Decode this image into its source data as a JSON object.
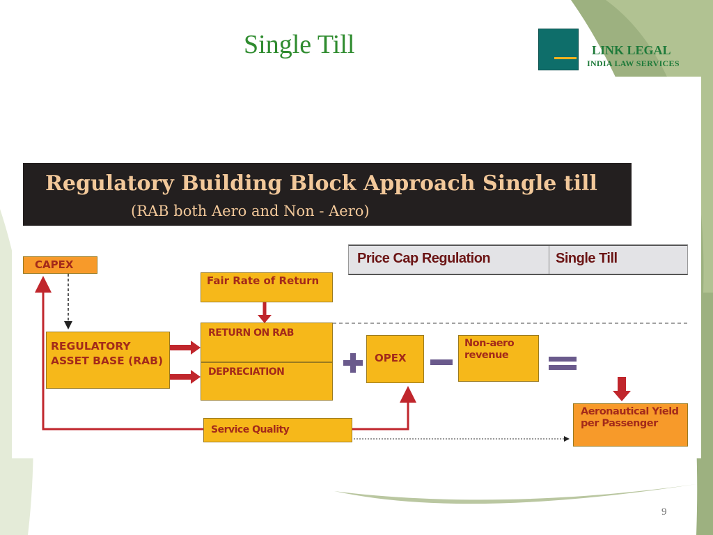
{
  "slide": {
    "title": "Single Till",
    "page_number": "9"
  },
  "logo": {
    "name": "LINK LEGAL",
    "tagline": "INDIA LAW SERVICES"
  },
  "banner": {
    "title": "Regulatory Building Block Approach Single till",
    "subtitle": "(RAB both Aero and Non - Aero)"
  },
  "table": {
    "col1": "Price Cap Regulation",
    "col2": "Single Till"
  },
  "boxes": {
    "capex": "CAPEX",
    "fair_rate": "Fair Rate of Return",
    "rab": "REGULATORY ASSET BASE (RAB)",
    "return_on_rab": "RETURN ON RAB",
    "depreciation": "DEPRECIATION",
    "opex": "OPEX",
    "non_aero": "Non-aero revenue",
    "service_quality": "Service Quality",
    "yield": "Aeronautical Yield per Passenger"
  },
  "colors": {
    "title_green": "#2e8b2e",
    "box_yellow": "#f6b81a",
    "box_orange": "#f79a2a",
    "arrow_red": "#c0262c",
    "operator_purple": "#6a5a8c",
    "banner_bg": "#231f1f"
  }
}
